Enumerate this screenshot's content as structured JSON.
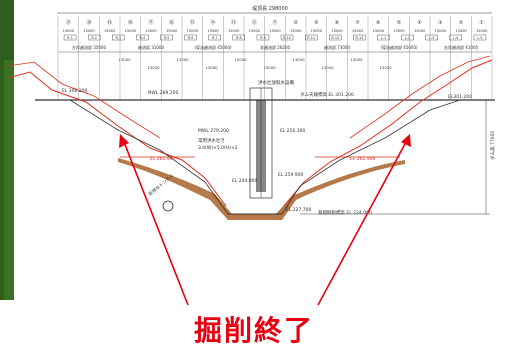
{
  "caption": "掘削終了",
  "colors": {
    "line": "#333333",
    "excavation": "#e0301e",
    "foundation": "#b5794a",
    "arrow": "#e60012",
    "vegetation": "#2f5e1c"
  },
  "drawing": {
    "top_length": "堤頂長 298000",
    "block_numbers": [
      "㉑",
      "⑳",
      "⑲",
      "⑱",
      "⑰",
      "⑯",
      "⑮",
      "⑭",
      "⑬",
      "⑫",
      "⑪",
      "⑩",
      "⑨",
      "⑧",
      "⑦",
      "⑥",
      "⑤",
      "④",
      "③",
      "②",
      "①"
    ],
    "block_widths": [
      "15000",
      "15000",
      "15000",
      "15000",
      "15000",
      "15000",
      "15000",
      "15000",
      "15000",
      "15000",
      "15000",
      "15000",
      "15000",
      "15000",
      "15000",
      "15000",
      "15000",
      "15000",
      "15000",
      "15000",
      "15000"
    ],
    "block_tags": [
      "R-1",
      "R-2",
      "R-3",
      "R-4",
      "R-5",
      "R-6",
      "R-7",
      "R-8",
      "R-9",
      "R-10",
      "R-11",
      "R-12",
      "R-13",
      "L-1",
      "L-2",
      "L-3",
      "L-4",
      "L-5"
    ],
    "section_labels": [
      "左岸越流部 35000",
      "越流部 31000",
      "(導流越流部 45000)",
      "非越流部 26200",
      "越流部 73000",
      "(導流越流部 45000)",
      "右岸越流部 41000"
    ],
    "row2_widths": [
      "13000",
      "13000",
      "13000",
      "13000",
      "15000",
      "15000",
      "13000",
      "13000",
      "13000",
      "13000"
    ],
    "elevations": {
      "crest_left": "EL 306.200",
      "nwl": "NWL 289.200",
      "crest_center": "ダム天端標高 EL 301.200",
      "crest_right": "EL301.200",
      "mwl": "MWL 279.200",
      "el_left_red": "EL 262.900",
      "el_right_red": "EL 262.900",
      "el_mid1": "EL 250.300",
      "el_mid2": "EL 244.000",
      "el_mid3": "EL 259.900",
      "el_bottom": "EL 227.700",
      "base": "基礎掘削標高 EL 224.000"
    },
    "notes": {
      "gate": "洪水吐放",
      "sluice": "常用洪水吐き",
      "sluice_size": "3.0(W)×5.0(H)×2",
      "intake": "取水設備",
      "tunnel": "仮排水トンネル",
      "height": "ダム高 77000"
    }
  }
}
